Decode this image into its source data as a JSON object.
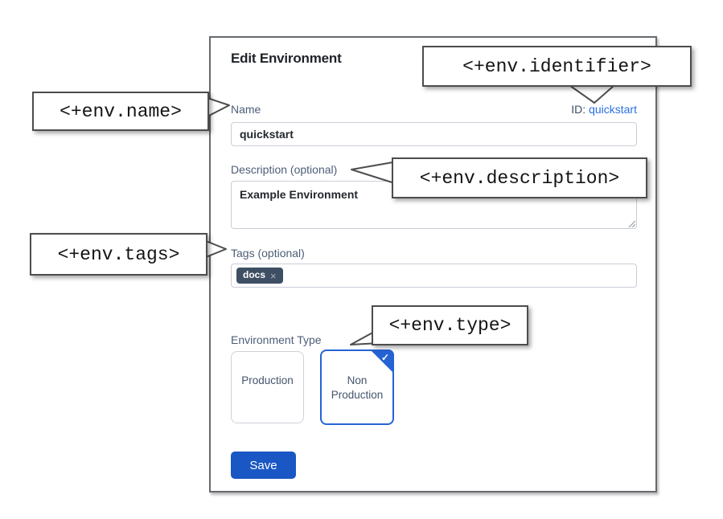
{
  "dialog": {
    "title": "Edit Environment",
    "name_field": {
      "label": "Name",
      "value": "quickstart"
    },
    "id_field": {
      "label": "ID:",
      "value": "quickstart"
    },
    "description_field": {
      "label": "Description (optional)",
      "value": "Example Environment"
    },
    "tags_field": {
      "label": "Tags (optional)",
      "tags": [
        "docs"
      ],
      "remove_icon": "×"
    },
    "environment_type": {
      "label": "Environment Type",
      "options": [
        {
          "label": "Production",
          "selected": false
        },
        {
          "label": "Non Production",
          "selected": true
        }
      ],
      "check_icon": "✓"
    },
    "save_label": "Save"
  },
  "callouts": [
    {
      "id": "name",
      "text": "<+env.name>"
    },
    {
      "id": "identifier",
      "text": "<+env.identifier>"
    },
    {
      "id": "description",
      "text": "<+env.description>"
    },
    {
      "id": "tags",
      "text": "<+env.tags>"
    },
    {
      "id": "type",
      "text": "<+env.type>"
    }
  ],
  "colors": {
    "link_blue": "#2b6fe4",
    "save_button_bg": "#1a57c4",
    "selected_card_border": "#2563d4",
    "tag_chip_bg": "#3e4f63",
    "label_slate": "#4d5e78"
  }
}
